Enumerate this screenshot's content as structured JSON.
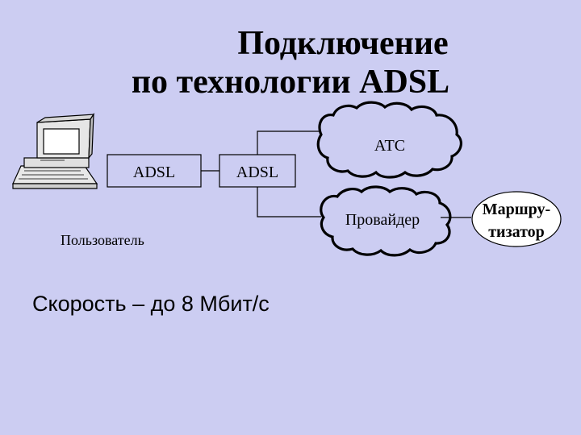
{
  "title": {
    "line1": "Подключение",
    "line2": "по технологии ADSL"
  },
  "nodes": {
    "user_modem": "ADSL",
    "exchange_modem": "ADSL",
    "atc": "АТС",
    "provider": "Провайдер",
    "router_line1": "Маршру-",
    "router_line2": "тизатор",
    "user": "Пользователь"
  },
  "speed": "Скорость – до 8 Мбит/с",
  "colors": {
    "background": "#cccdf2",
    "stroke": "#000000",
    "router_fill": "#ffffff"
  },
  "icons": [
    "computer-icon",
    "cloud-icon"
  ]
}
